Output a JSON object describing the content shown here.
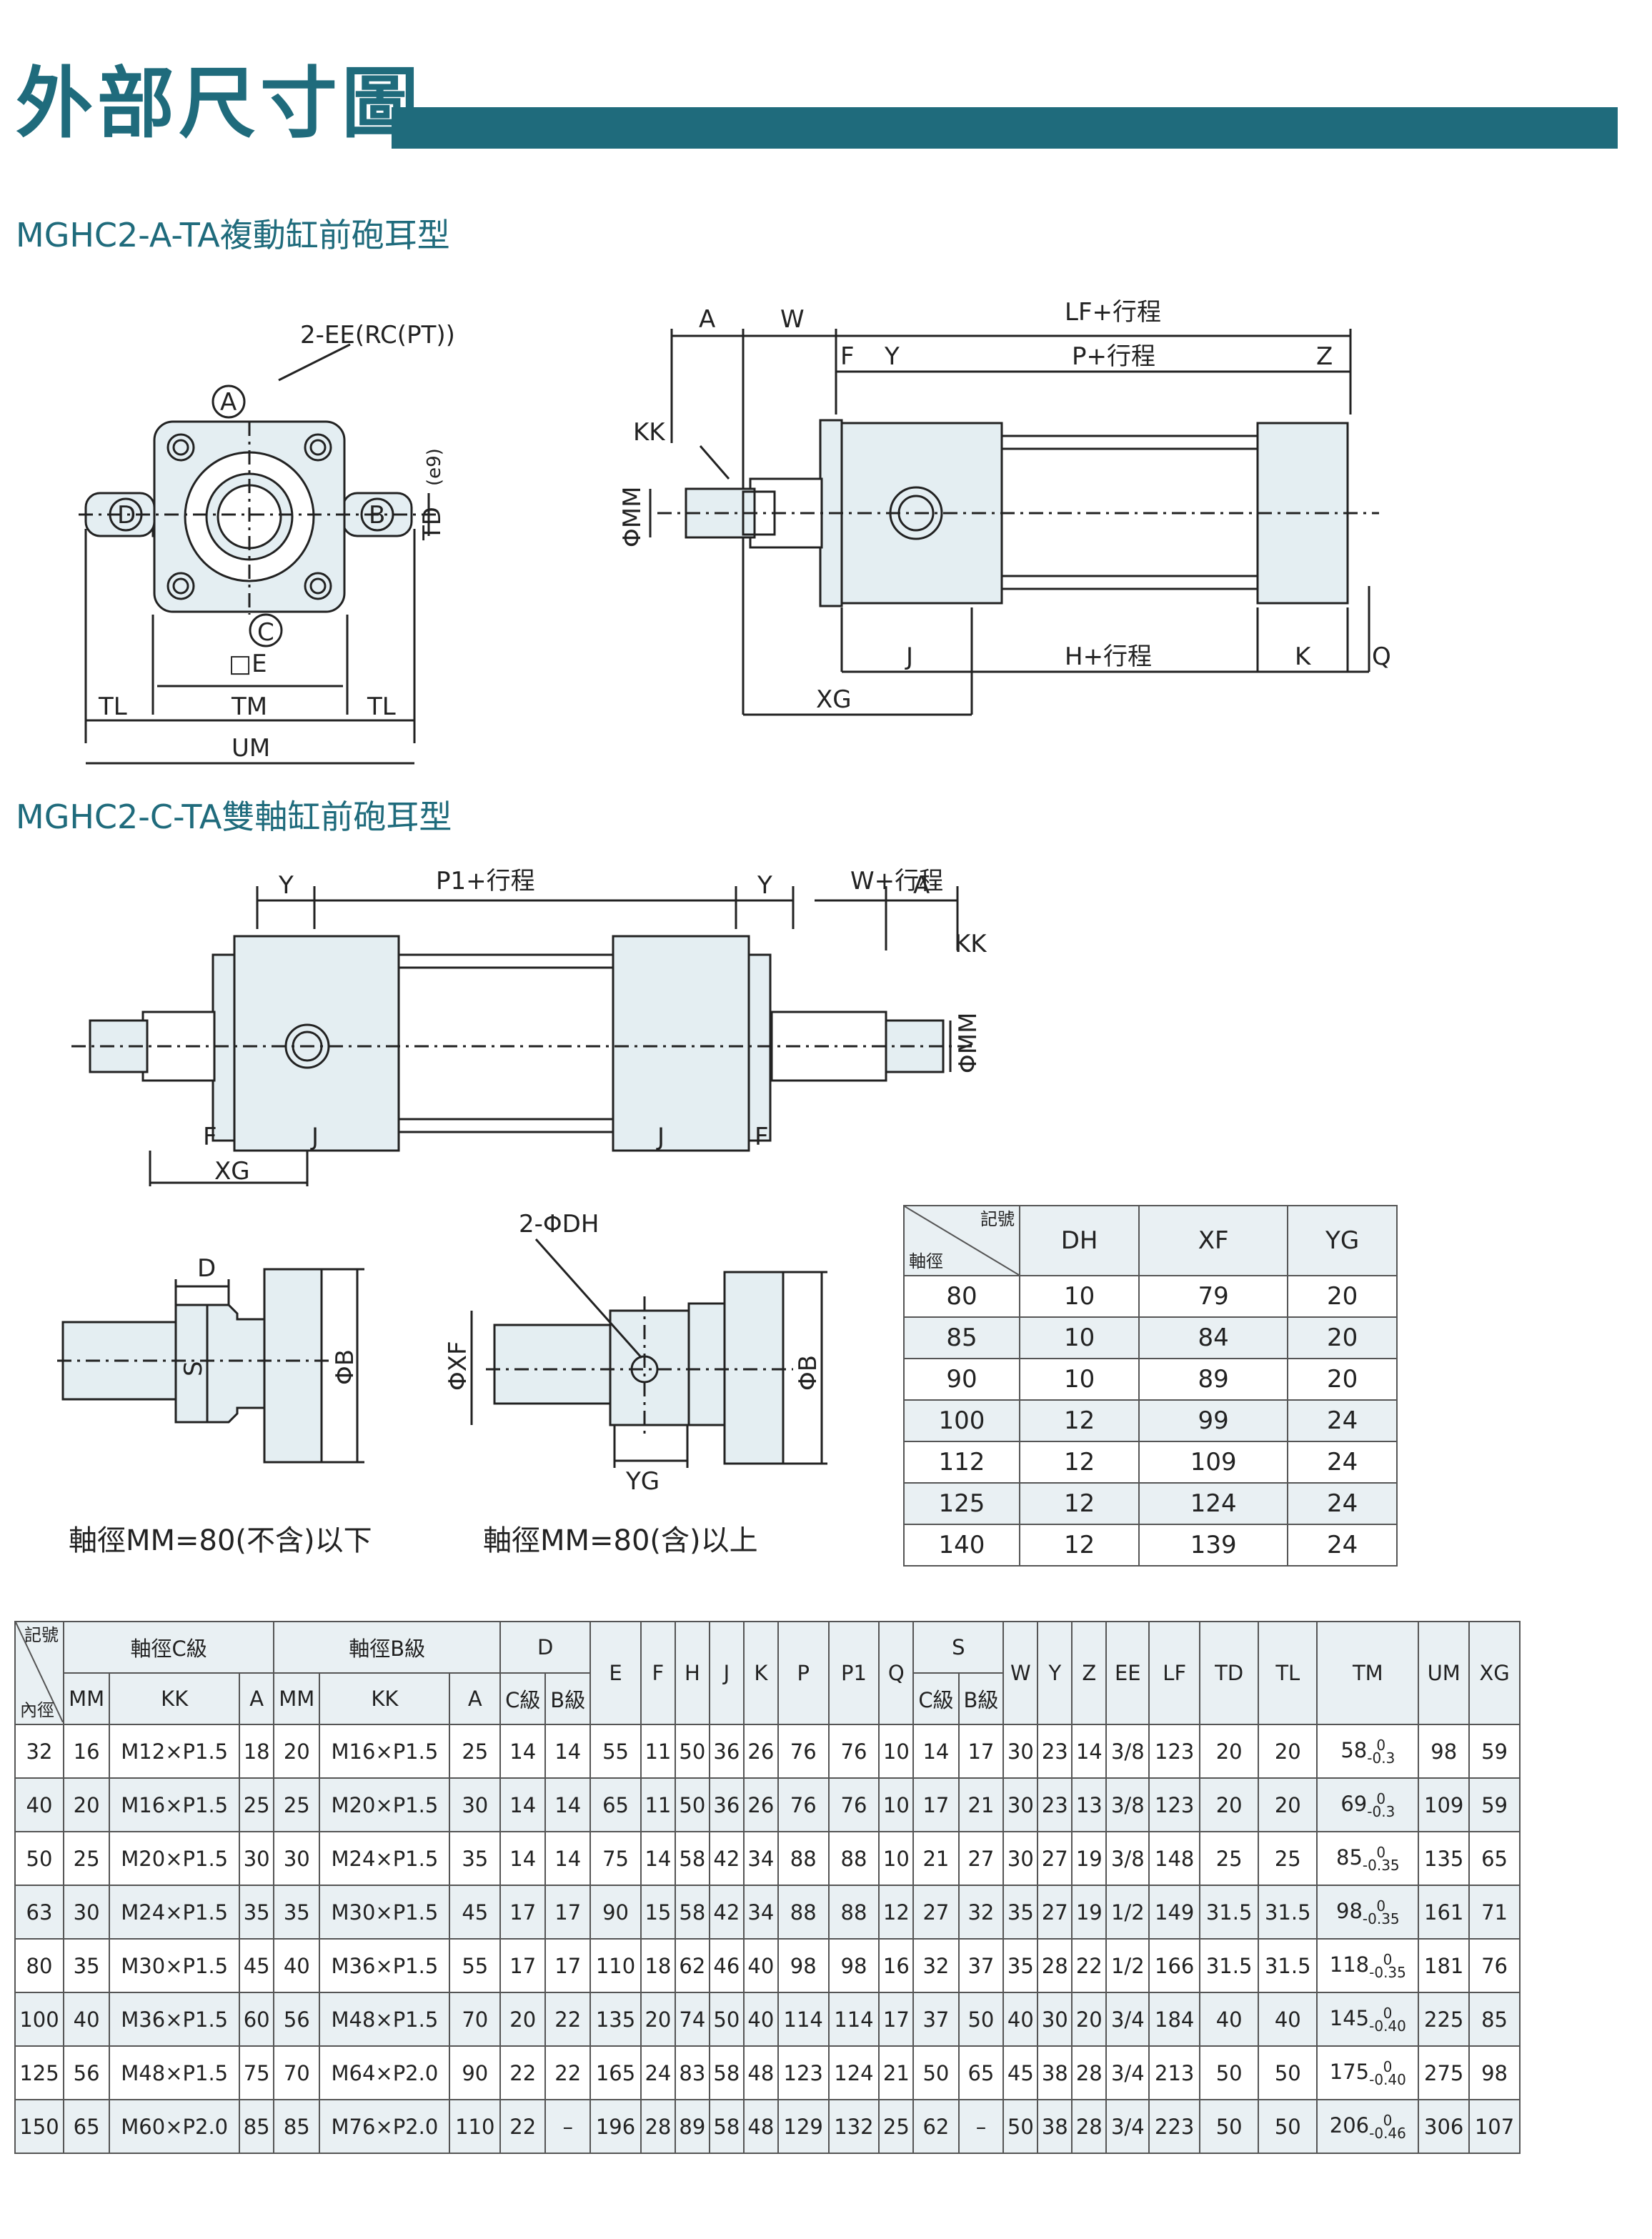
{
  "title": "外部尺寸圖",
  "sections": {
    "a": "MGHC2-A-TA複動缸前砲耳型",
    "c": "MGHC2-C-TA雙軸缸前砲耳型"
  },
  "fig1": {
    "ee": "2-EE(RC(PT))",
    "a": "A",
    "b": "B",
    "c": "C",
    "d": "D",
    "td": "TD",
    "e9": "(e9)",
    "e": "□E",
    "tl": "TL",
    "tm": "TM",
    "um": "UM"
  },
  "fig2": {
    "a": "A",
    "w": "W",
    "lf": "LF+行程",
    "f": "F",
    "y": "Y",
    "p": "P+行程",
    "z": "Z",
    "kk": "KK",
    "mm": "ΦMM",
    "j": "J",
    "h": "H+行程",
    "k": "K",
    "q": "Q",
    "xg": "XG"
  },
  "fig3": {
    "y1": "Y",
    "p1": "P1+行程",
    "y2": "Y",
    "w": "W+行程",
    "a": "A",
    "kk": "KK",
    "mm": "ΦMM",
    "f1": "F",
    "j1": "J",
    "j2": "J",
    "f2": "F",
    "xg": "XG"
  },
  "fig4": {
    "d": "D",
    "s": "S",
    "b": "ΦB",
    "caption": "軸徑MM=80(不含)以下"
  },
  "fig5": {
    "dh": "2-ΦDH",
    "xf": "ΦXF",
    "b": "ΦB",
    "yg": "YG",
    "caption": "軸徑MM=80(含)以上"
  },
  "small_table": {
    "corner_top": "記號",
    "corner_bottom": "軸徑",
    "headers": [
      "DH",
      "XF",
      "YG"
    ],
    "rows": [
      [
        "80",
        "10",
        "79",
        "20"
      ],
      [
        "85",
        "10",
        "84",
        "20"
      ],
      [
        "90",
        "10",
        "89",
        "20"
      ],
      [
        "100",
        "12",
        "99",
        "24"
      ],
      [
        "112",
        "12",
        "109",
        "24"
      ],
      [
        "125",
        "12",
        "124",
        "24"
      ],
      [
        "140",
        "12",
        "139",
        "24"
      ]
    ]
  },
  "main_table": {
    "corner_top": "記號",
    "corner_bottom": "內徑",
    "group_c": "軸徑C級",
    "group_b": "軸徑B級",
    "group_d": "D",
    "group_s": "S",
    "sub_c": [
      "MM",
      "KK",
      "A"
    ],
    "sub_b": [
      "MM",
      "KK",
      "A"
    ],
    "sub_d": [
      "C級",
      "B級"
    ],
    "sub_s": [
      "C級",
      "B級"
    ],
    "cols_mid": [
      "E",
      "F",
      "H",
      "J",
      "K",
      "P",
      "P1",
      "Q"
    ],
    "cols_end": [
      "W",
      "Y",
      "Z",
      "EE",
      "LF",
      "TD",
      "TL"
    ],
    "col_tm": "TM",
    "col_um": "UM",
    "col_xg": "XG",
    "rows": [
      {
        "bore": "32",
        "c_mm": "16",
        "c_kk": "M12×P1.5",
        "c_a": "18",
        "b_mm": "20",
        "b_kk": "M16×P1.5",
        "b_a": "25",
        "d_c": "14",
        "d_b": "14",
        "mid": [
          "55",
          "11",
          "50",
          "36",
          "26",
          "76",
          "76",
          "10"
        ],
        "s_c": "14",
        "s_b": "17",
        "end": [
          "30",
          "23",
          "14",
          "3/8",
          "123",
          "20",
          "20"
        ],
        "tm": "58",
        "tm_up": "0",
        "tm_low": "-0.3",
        "um": "98",
        "xg": "59"
      },
      {
        "bore": "40",
        "c_mm": "20",
        "c_kk": "M16×P1.5",
        "c_a": "25",
        "b_mm": "25",
        "b_kk": "M20×P1.5",
        "b_a": "30",
        "d_c": "14",
        "d_b": "14",
        "mid": [
          "65",
          "11",
          "50",
          "36",
          "26",
          "76",
          "76",
          "10"
        ],
        "s_c": "17",
        "s_b": "21",
        "end": [
          "30",
          "23",
          "13",
          "3/8",
          "123",
          "20",
          "20"
        ],
        "tm": "69",
        "tm_up": "0",
        "tm_low": "-0.3",
        "um": "109",
        "xg": "59"
      },
      {
        "bore": "50",
        "c_mm": "25",
        "c_kk": "M20×P1.5",
        "c_a": "30",
        "b_mm": "30",
        "b_kk": "M24×P1.5",
        "b_a": "35",
        "d_c": "14",
        "d_b": "14",
        "mid": [
          "75",
          "14",
          "58",
          "42",
          "34",
          "88",
          "88",
          "10"
        ],
        "s_c": "21",
        "s_b": "27",
        "end": [
          "30",
          "27",
          "19",
          "3/8",
          "148",
          "25",
          "25"
        ],
        "tm": "85",
        "tm_up": "0",
        "tm_low": "-0.35",
        "um": "135",
        "xg": "65"
      },
      {
        "bore": "63",
        "c_mm": "30",
        "c_kk": "M24×P1.5",
        "c_a": "35",
        "b_mm": "35",
        "b_kk": "M30×P1.5",
        "b_a": "45",
        "d_c": "17",
        "d_b": "17",
        "mid": [
          "90",
          "15",
          "58",
          "42",
          "34",
          "88",
          "88",
          "12"
        ],
        "s_c": "27",
        "s_b": "32",
        "end": [
          "35",
          "27",
          "19",
          "1/2",
          "149",
          "31.5",
          "31.5"
        ],
        "tm": "98",
        "tm_up": "0",
        "tm_low": "-0.35",
        "um": "161",
        "xg": "71"
      },
      {
        "bore": "80",
        "c_mm": "35",
        "c_kk": "M30×P1.5",
        "c_a": "45",
        "b_mm": "40",
        "b_kk": "M36×P1.5",
        "b_a": "55",
        "d_c": "17",
        "d_b": "17",
        "mid": [
          "110",
          "18",
          "62",
          "46",
          "40",
          "98",
          "98",
          "16"
        ],
        "s_c": "32",
        "s_b": "37",
        "end": [
          "35",
          "28",
          "22",
          "1/2",
          "166",
          "31.5",
          "31.5"
        ],
        "tm": "118",
        "tm_up": "0",
        "tm_low": "-0.35",
        "um": "181",
        "xg": "76"
      },
      {
        "bore": "100",
        "c_mm": "40",
        "c_kk": "M36×P1.5",
        "c_a": "60",
        "b_mm": "56",
        "b_kk": "M48×P1.5",
        "b_a": "70",
        "d_c": "20",
        "d_b": "22",
        "mid": [
          "135",
          "20",
          "74",
          "50",
          "40",
          "114",
          "114",
          "17"
        ],
        "s_c": "37",
        "s_b": "50",
        "end": [
          "40",
          "30",
          "20",
          "3/4",
          "184",
          "40",
          "40"
        ],
        "tm": "145",
        "tm_up": "0",
        "tm_low": "-0.40",
        "um": "225",
        "xg": "85"
      },
      {
        "bore": "125",
        "c_mm": "56",
        "c_kk": "M48×P1.5",
        "c_a": "75",
        "b_mm": "70",
        "b_kk": "M64×P2.0",
        "b_a": "90",
        "d_c": "22",
        "d_b": "22",
        "mid": [
          "165",
          "24",
          "83",
          "58",
          "48",
          "123",
          "124",
          "21"
        ],
        "s_c": "50",
        "s_b": "65",
        "end": [
          "45",
          "38",
          "28",
          "3/4",
          "213",
          "50",
          "50"
        ],
        "tm": "175",
        "tm_up": "0",
        "tm_low": "-0.40",
        "um": "275",
        "xg": "98"
      },
      {
        "bore": "150",
        "c_mm": "65",
        "c_kk": "M60×P2.0",
        "c_a": "85",
        "b_mm": "85",
        "b_kk": "M76×P2.0",
        "b_a": "110",
        "d_c": "22",
        "d_b": "–",
        "mid": [
          "196",
          "28",
          "89",
          "58",
          "48",
          "129",
          "132",
          "25"
        ],
        "s_c": "62",
        "s_b": "–",
        "end": [
          "50",
          "38",
          "28",
          "3/4",
          "223",
          "50",
          "50"
        ],
        "tm": "206",
        "tm_up": "0",
        "tm_low": "-0.46",
        "um": "306",
        "xg": "107"
      }
    ]
  }
}
